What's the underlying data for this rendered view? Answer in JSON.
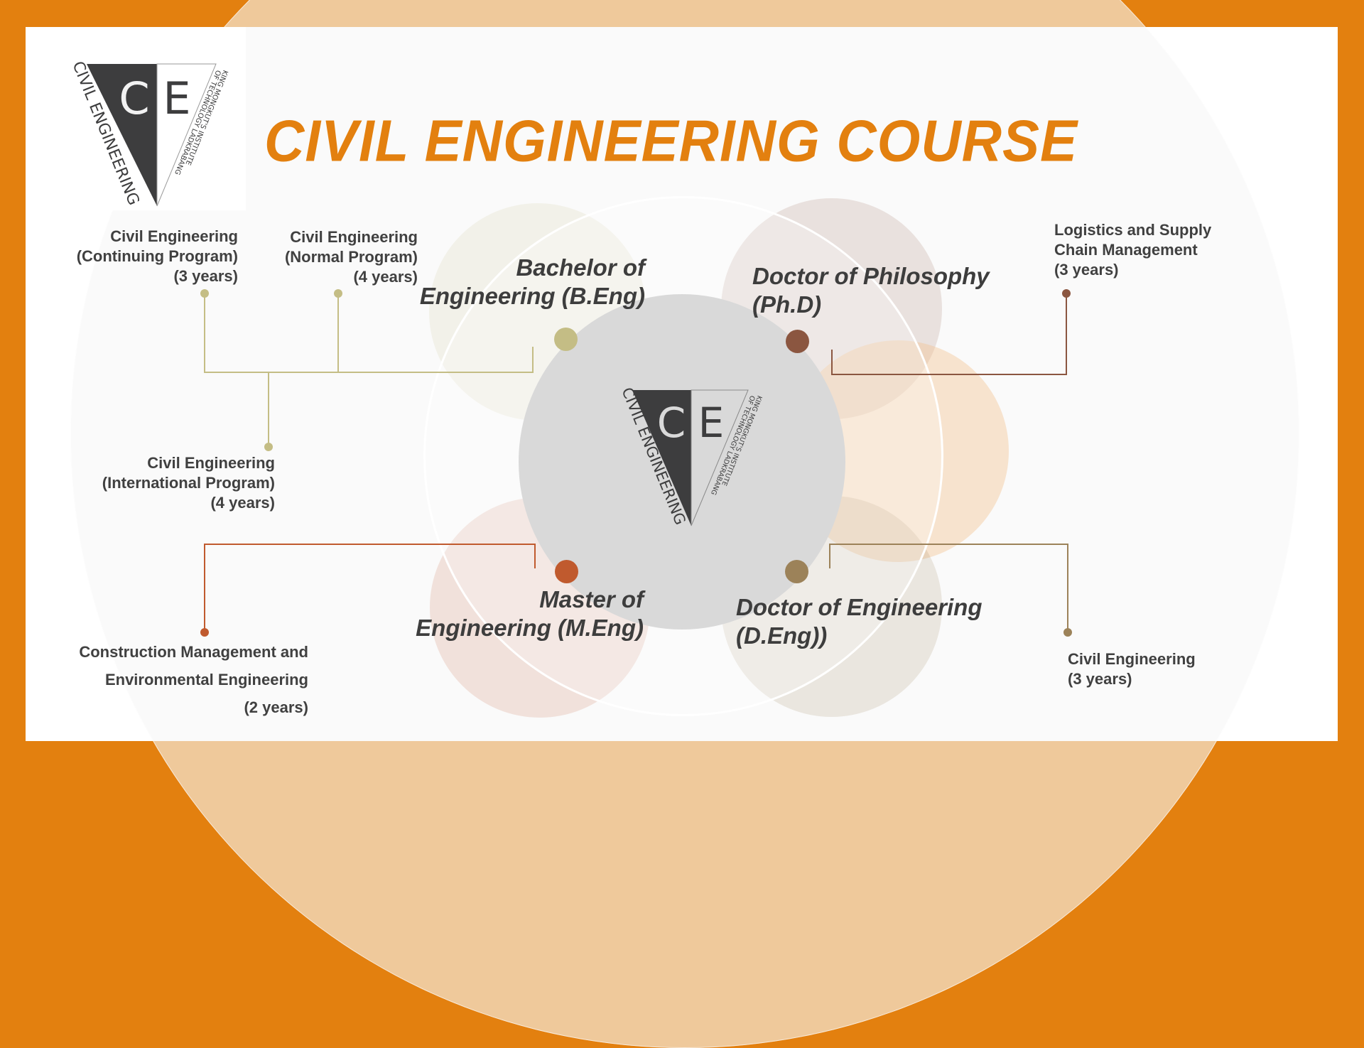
{
  "title": "CIVIL ENGINEERING COURSE",
  "logo": {
    "initials_c": "C",
    "initials_e": "E",
    "left_text": "CIVIL ENGINEERING",
    "right_text_line1": "KING MONGKUT'S INSTITUTE",
    "right_text_line2": "OF TECHNOLOGY LADKRABANG"
  },
  "colors": {
    "frame_orange": "#e3800f",
    "title_orange": "#e3800f",
    "bachelor": "#c4bd85",
    "phd": "#8b5640",
    "master": "#c05a2e",
    "deng": "#9c8259",
    "center_gray": "#d9d9d9",
    "text_dark": "#3d3d3d"
  },
  "degrees": {
    "bachelor": {
      "line1": "Bachelor of",
      "line2": "Engineering (B.Eng)"
    },
    "phd": {
      "line1": "Doctor of Philosophy",
      "line2": "(Ph.D)"
    },
    "master": {
      "line1": "Master of",
      "line2": "Engineering (M.Eng)"
    },
    "deng": {
      "line1": "Doctor of Engineering",
      "line2": "(D.Eng))"
    }
  },
  "programs": {
    "bachelor_continuing": {
      "line1": "Civil Engineering",
      "line2": "(Continuing Program)",
      "line3": "(3 years)"
    },
    "bachelor_normal": {
      "line1": "Civil Engineering",
      "line2": "(Normal Program)",
      "line3": "(4 years)"
    },
    "bachelor_international": {
      "line1": "Civil Engineering",
      "line2": "(International Program)",
      "line3": "(4 years)"
    },
    "phd_logistics": {
      "line1": "Logistics and Supply",
      "line2": "Chain Management",
      "line3": "(3 years)"
    },
    "master_construction": {
      "line1": "Construction Management and",
      "line2": "Environmental Engineering",
      "line3": "(2 years)"
    },
    "deng_civil": {
      "line1": "Civil Engineering",
      "line2": "(3 years)"
    }
  }
}
